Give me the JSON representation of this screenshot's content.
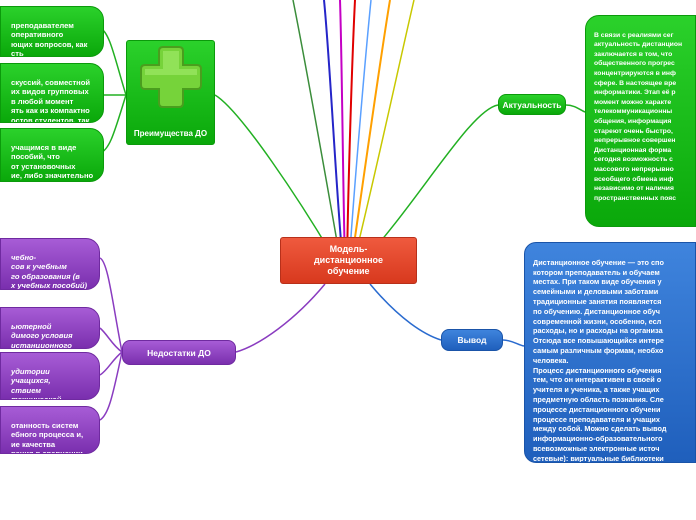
{
  "central": {
    "title": "Модель-\nдистанционное\nобучение"
  },
  "advantages": {
    "label": "Преимущества ДО",
    "items": [
      "преподавателем\nоперативного\nющих вопросов, как\nсть",
      "скуссий, совместной\nих видов групповых\nв любой момент\nять как из компактно\nостов студентов, так и",
      "учащимся в виде\nпособий, что\nот установочных\nие, либо значительно"
    ]
  },
  "disadvantages": {
    "label": "Недостатки ДО",
    "items": [
      "чебно-\nсов к учебным\nго образования (в\nх учебных пособий)",
      "ьютерной\nдимого условия\nистанционного",
      "удитории учащихся,\nствием технической\nучебный процесс\nзь)",
      "отанность систем\nебного процесса и,\nие качества\nвания в сравнении"
    ]
  },
  "relevance": {
    "label": "Актуальность",
    "text": "В связи с реалиями сег\nактуальность дистанцион\nзаключается в том, что\nобщественного прогрес\nконцентрируются в инф\nсфере. В настоящее вре\nинформатики. Этап её р\nмомент можно характе\nтелекоммуникационны\nобщения, информация\nстареют очень быстро,\nнепрерывное совершен\nДистанционная форма\nсегодня возможность с\nмассового непрерывно\nвсеобщего обмена инф\nнезависимо от наличия\nпространственных пояс"
  },
  "output": {
    "label": "Вывод",
    "text": "Дистанционное обучение — это спо\nкотором преподаватель и обучаем\nместах. При таком виде обучения у\nсемейными и деловыми заботами\nтрадиционные занятия появляется\nпо обучению. Дистанционное обуч\nсовременной жизни, особенно, есл\nрасходы, но и расходы на организа\nОтсюда все повышающийся интере\nсамым различным формам, необхо\nчеловека.\nПроцесс дистанционного обучения\nтем, что он интерактивен в своей о\nучителя и ученика, а также учащих\nпредметную область познания. Сле\nпроцессе дистанционного обучени\nпроцессе преподавателя и учащих\nмежду собой. Можно сделать вывод\nинформационно-образовательного\nвсевозможные электронные источ\nсетевые): виртуальные библиотеки\nконсультационные службы, электро"
  },
  "colors": {
    "green": "#0aa80a",
    "purple": "#8a3cc0",
    "blue": "#2a6bcf",
    "central": "#e04a2e"
  }
}
